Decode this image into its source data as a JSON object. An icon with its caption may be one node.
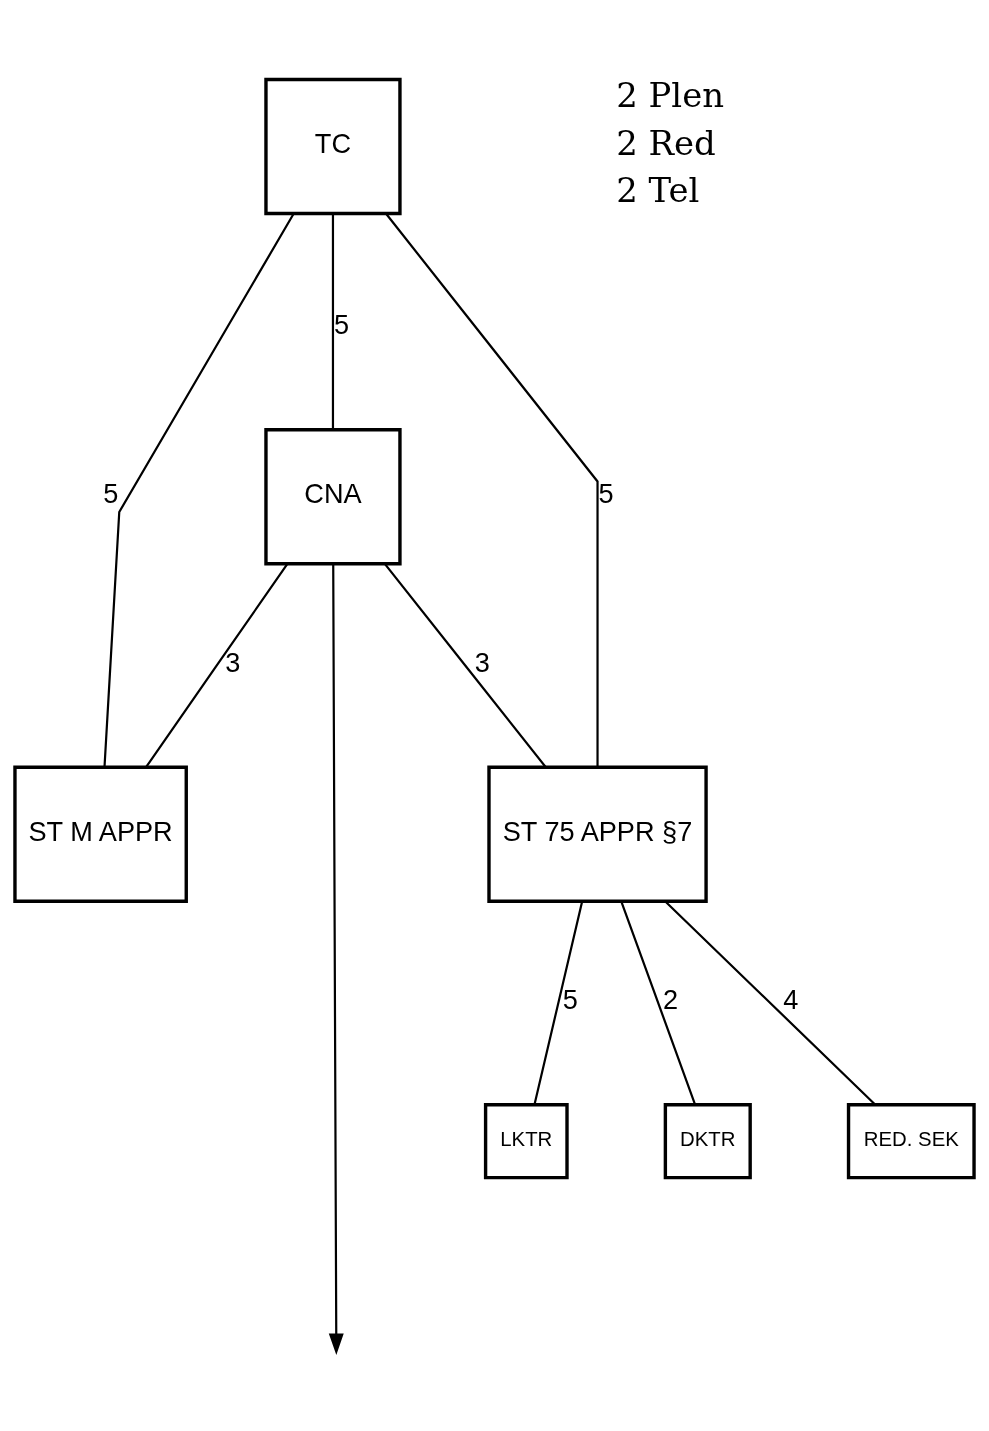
{
  "diagram": {
    "nodes": [
      {
        "text": [
          "TC"
        ]
      },
      {
        "text": [
          "CNA"
        ]
      },
      {
        "text": [
          "ST M APPR"
        ]
      },
      {
        "text": [
          "ST 75 APPR §7"
        ]
      },
      {
        "text": [
          "RED. SEK"
        ]
      },
      {
        "text": [
          "LKTR"
        ]
      },
      {
        "text": [
          "DKTR"
        ]
      }
    ],
    "edges": [
      {
        "from": 0,
        "to": 1,
        "arrow": "none",
        "label": "5"
      },
      {
        "from": 0,
        "to": 2,
        "arrow": "none",
        "label": "5"
      },
      {
        "from": 0,
        "to": 3,
        "arrow": "none",
        "label": "5"
      },
      {
        "from": 1,
        "to": 2,
        "arrow": "none",
        "label": "3"
      },
      {
        "from": 1,
        "to": 3,
        "arrow": "none",
        "label": "3"
      },
      {
        "from": 1,
        "to": null,
        "arrow": "to"
      },
      {
        "from": 3,
        "to": 4,
        "arrow": "none",
        "label": "4"
      },
      {
        "from": 3,
        "to": 5,
        "arrow": "none",
        "label": "5"
      },
      {
        "from": 3,
        "to": 6,
        "arrow": "none",
        "label": "2"
      }
    ],
    "labels": [
      "2 Plen",
      "2 Red",
      "2 Tel"
    ]
  }
}
